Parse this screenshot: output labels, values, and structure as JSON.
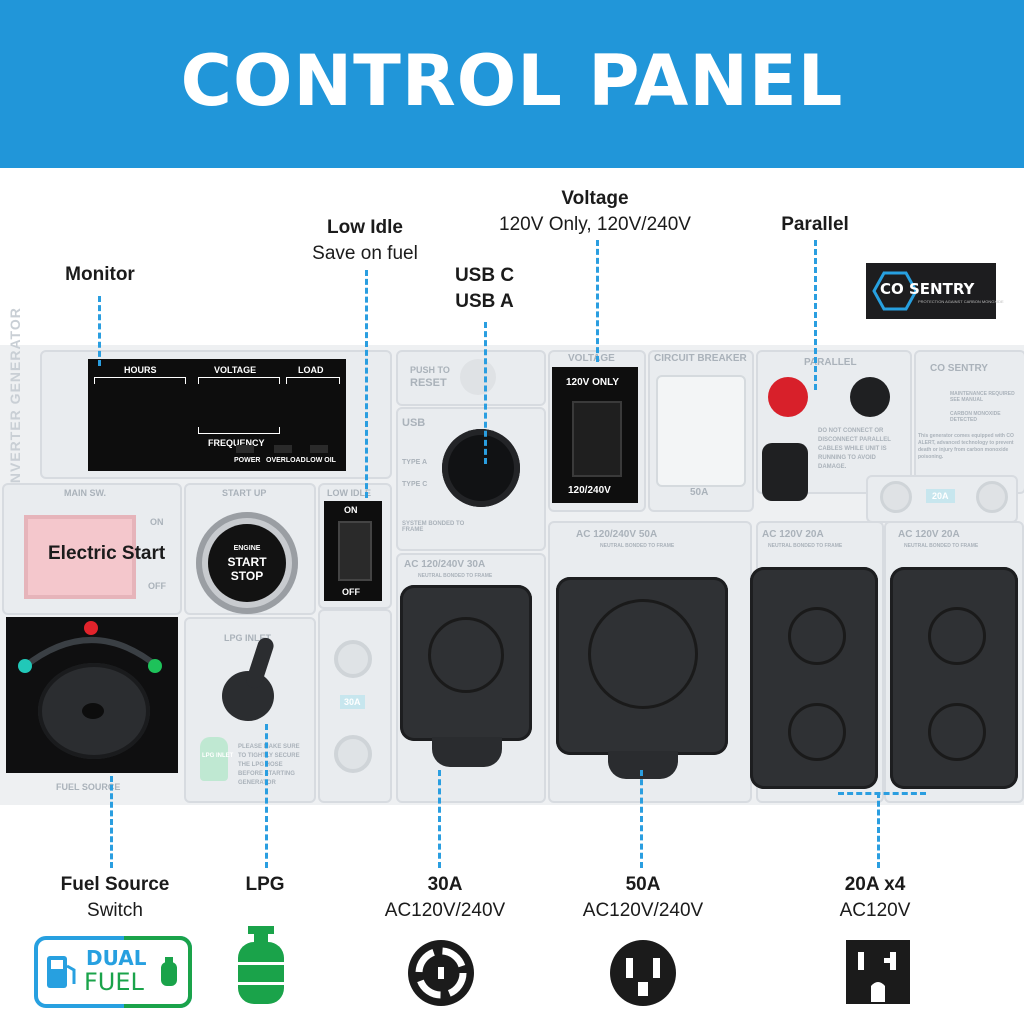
{
  "banner": {
    "title": "CONTROL PANEL"
  },
  "labels": {
    "monitor": "Monitor",
    "low_idle": {
      "title": "Low Idle",
      "sub": "Save on fuel"
    },
    "usb": {
      "line1": "USB C",
      "line2": "USB A"
    },
    "voltage": {
      "title": "Voltage",
      "sub": "120V Only, 120V/240V"
    },
    "parallel": "Parallel",
    "electric_start": "Electric Start"
  },
  "logo": {
    "brand": "CO SENTRY",
    "tagline": "PROTECTION AGAINST CARBON MONOXIDE"
  },
  "panel": {
    "display": {
      "hours": "HOURS",
      "voltage": "VOLTAGE",
      "load": "LOAD",
      "frequency": "FREQUENCY",
      "power": "POWER",
      "overload": "OVERLOAD",
      "low_oil": "LOW OIL"
    },
    "side_text": "INVERTER GENERATOR",
    "main_sw": "MAIN SW.",
    "on": "ON",
    "off": "OFF",
    "start_up": "START UP",
    "start_button": {
      "engine": "ENGINE",
      "start": "START",
      "stop": "STOP"
    },
    "low_idle": "LOW IDLE",
    "low_idle_on": "ON",
    "low_idle_off": "OFF",
    "push_to": "PUSH TO",
    "reset": "RESET",
    "usb": "USB",
    "type_a": "TYPE A",
    "type_c": "TYPE C",
    "system_bonded": "SYSTEM BONDED TO FRAME",
    "voltage": "VOLTAGE",
    "v_only": "120V ONLY",
    "v_dual": "120/240V",
    "circuit_breaker": "CIRCUIT BREAKER",
    "cb_50a": "50A",
    "parallel": "PARALLEL",
    "parallel_warning": "DO NOT CONNECT OR DISCONNECT PARALLEL CABLES WHILE UNIT IS RUNNING TO AVOID DAMAGE.",
    "co_sentry": "CO SENTRY",
    "co_items": [
      "MAINTENANCE REQUIRED SEE MANUAL",
      "CARBON MONOXIDE DETECTED"
    ],
    "co_note": "This generator comes equipped with CO ALERT, advanced technology to prevent death or injury from carbon monoxide poisoning.",
    "ac_30a": "AC 120/240V 30A",
    "ac_50a": "AC 120/240V 50A",
    "ac_20a_1": "AC 120V 20A",
    "ac_20a_2": "AC 120V 20A",
    "neutral_bonded": "NEUTRAL BONDED TO FRAME",
    "breaker_20a": "20A",
    "breaker_30a": "30A",
    "lpg_inlet": "LPG INLET",
    "lpg_badge": "LPG INLET",
    "lpg_note": "PLEASE MAKE SURE TO TIGHTLY SECURE THE LPG HOSE BEFORE STARTING GENERATOR",
    "fuel_source": "FUEL SOURCE"
  },
  "bottom": {
    "fuel_source": {
      "title": "Fuel Source",
      "sub": "Switch"
    },
    "lpg": {
      "title": "LPG"
    },
    "a30": {
      "title": "30A",
      "sub": "AC120V/240V"
    },
    "a50": {
      "title": "50A",
      "sub": "AC120V/240V"
    },
    "a20": {
      "title": "20A x4",
      "sub": "AC120V"
    },
    "dual_fuel": {
      "dual": "DUAL",
      "fuel": "FUEL"
    }
  },
  "colors": {
    "accent": "#2196d9",
    "dash": "#2a9ee0",
    "fuel_green": "#1aa34a",
    "parallel_red": "#d8202a"
  }
}
